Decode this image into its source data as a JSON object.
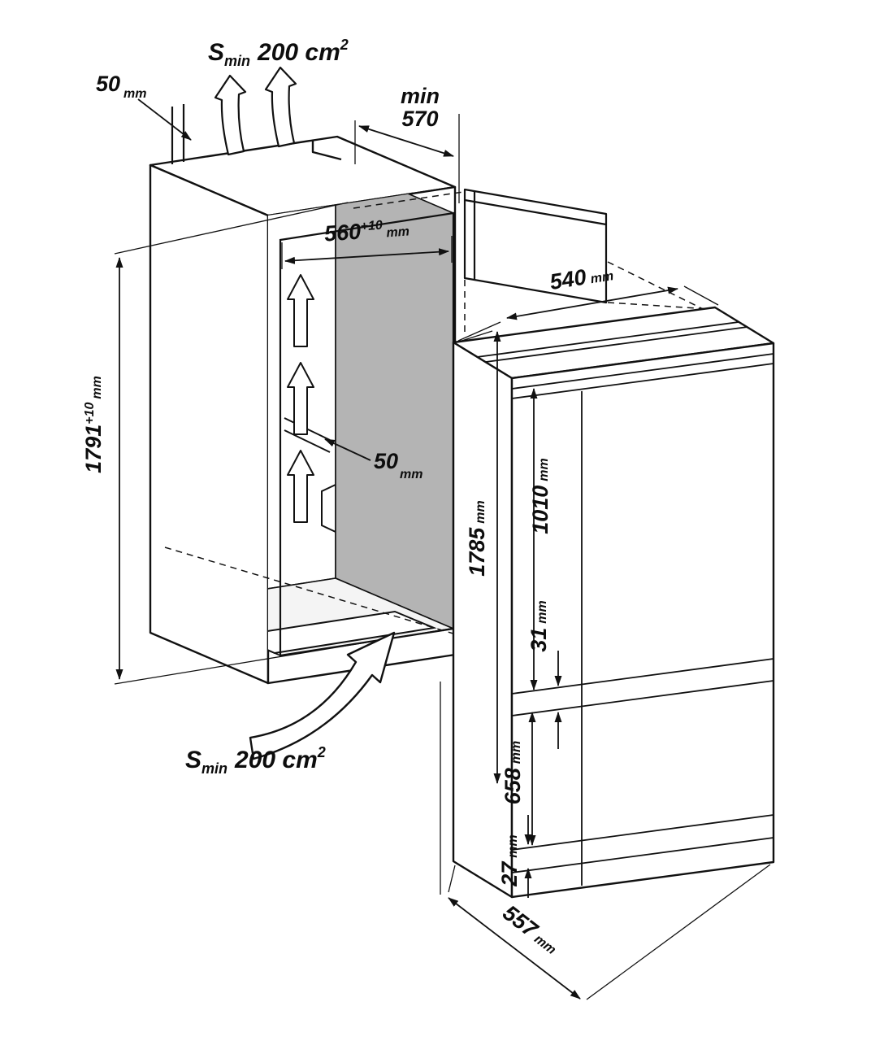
{
  "colors": {
    "line": "#111111",
    "shade": "#b4b4b4",
    "background": "#ffffff"
  },
  "labels": {
    "top_clearance": {
      "value": "50",
      "unit": "mm"
    },
    "top_vent": {
      "symbol": "S",
      "sub": "min",
      "value": "200 cm",
      "sup": "2"
    },
    "niche_depth": {
      "prefix": "min",
      "value": "570"
    },
    "niche_width": {
      "value": "560",
      "tol": "+10",
      "unit": "mm"
    },
    "niche_height": {
      "value": "1791",
      "tol": "+10",
      "unit": "mm"
    },
    "rear_clearance": {
      "value": "50",
      "unit": "mm"
    },
    "appliance_width": {
      "value": "540",
      "unit": "mm"
    },
    "appliance_height": {
      "value": "1785",
      "unit": "mm"
    },
    "upper_door_height": {
      "value": "1010",
      "unit": "mm"
    },
    "door_gap": {
      "value": "31",
      "unit": "mm"
    },
    "lower_door_height": {
      "value": "658",
      "unit": "mm"
    },
    "bottom_gap": {
      "value": "27",
      "unit": "mm"
    },
    "appliance_depth": {
      "value": "557",
      "unit": "mm"
    },
    "bottom_vent": {
      "symbol": "S",
      "sub": "min",
      "value": "200 cm",
      "sup": "2"
    }
  }
}
